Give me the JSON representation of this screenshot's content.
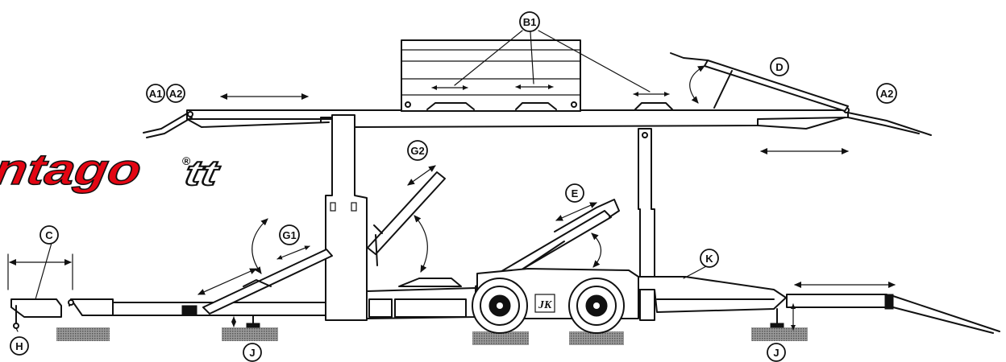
{
  "logo": {
    "brand": "intago",
    "registered": "®",
    "suffix": "tt",
    "brand_color": "#e30613"
  },
  "callouts": [
    {
      "id": "a1",
      "label": "A1"
    },
    {
      "id": "a2-left",
      "label": "A2"
    },
    {
      "id": "a2-right",
      "label": "A2"
    },
    {
      "id": "b1",
      "label": "B1"
    },
    {
      "id": "c",
      "label": "C"
    },
    {
      "id": "d",
      "label": "D"
    },
    {
      "id": "e",
      "label": "E"
    },
    {
      "id": "g1",
      "label": "G1"
    },
    {
      "id": "g2",
      "label": "G2"
    },
    {
      "id": "h",
      "label": "H"
    },
    {
      "id": "j-left",
      "label": "J"
    },
    {
      "id": "j-right",
      "label": "J"
    },
    {
      "id": "k",
      "label": "K"
    }
  ],
  "colors": {
    "line": "#111111",
    "ground": "#777777",
    "background": "#ffffff"
  }
}
